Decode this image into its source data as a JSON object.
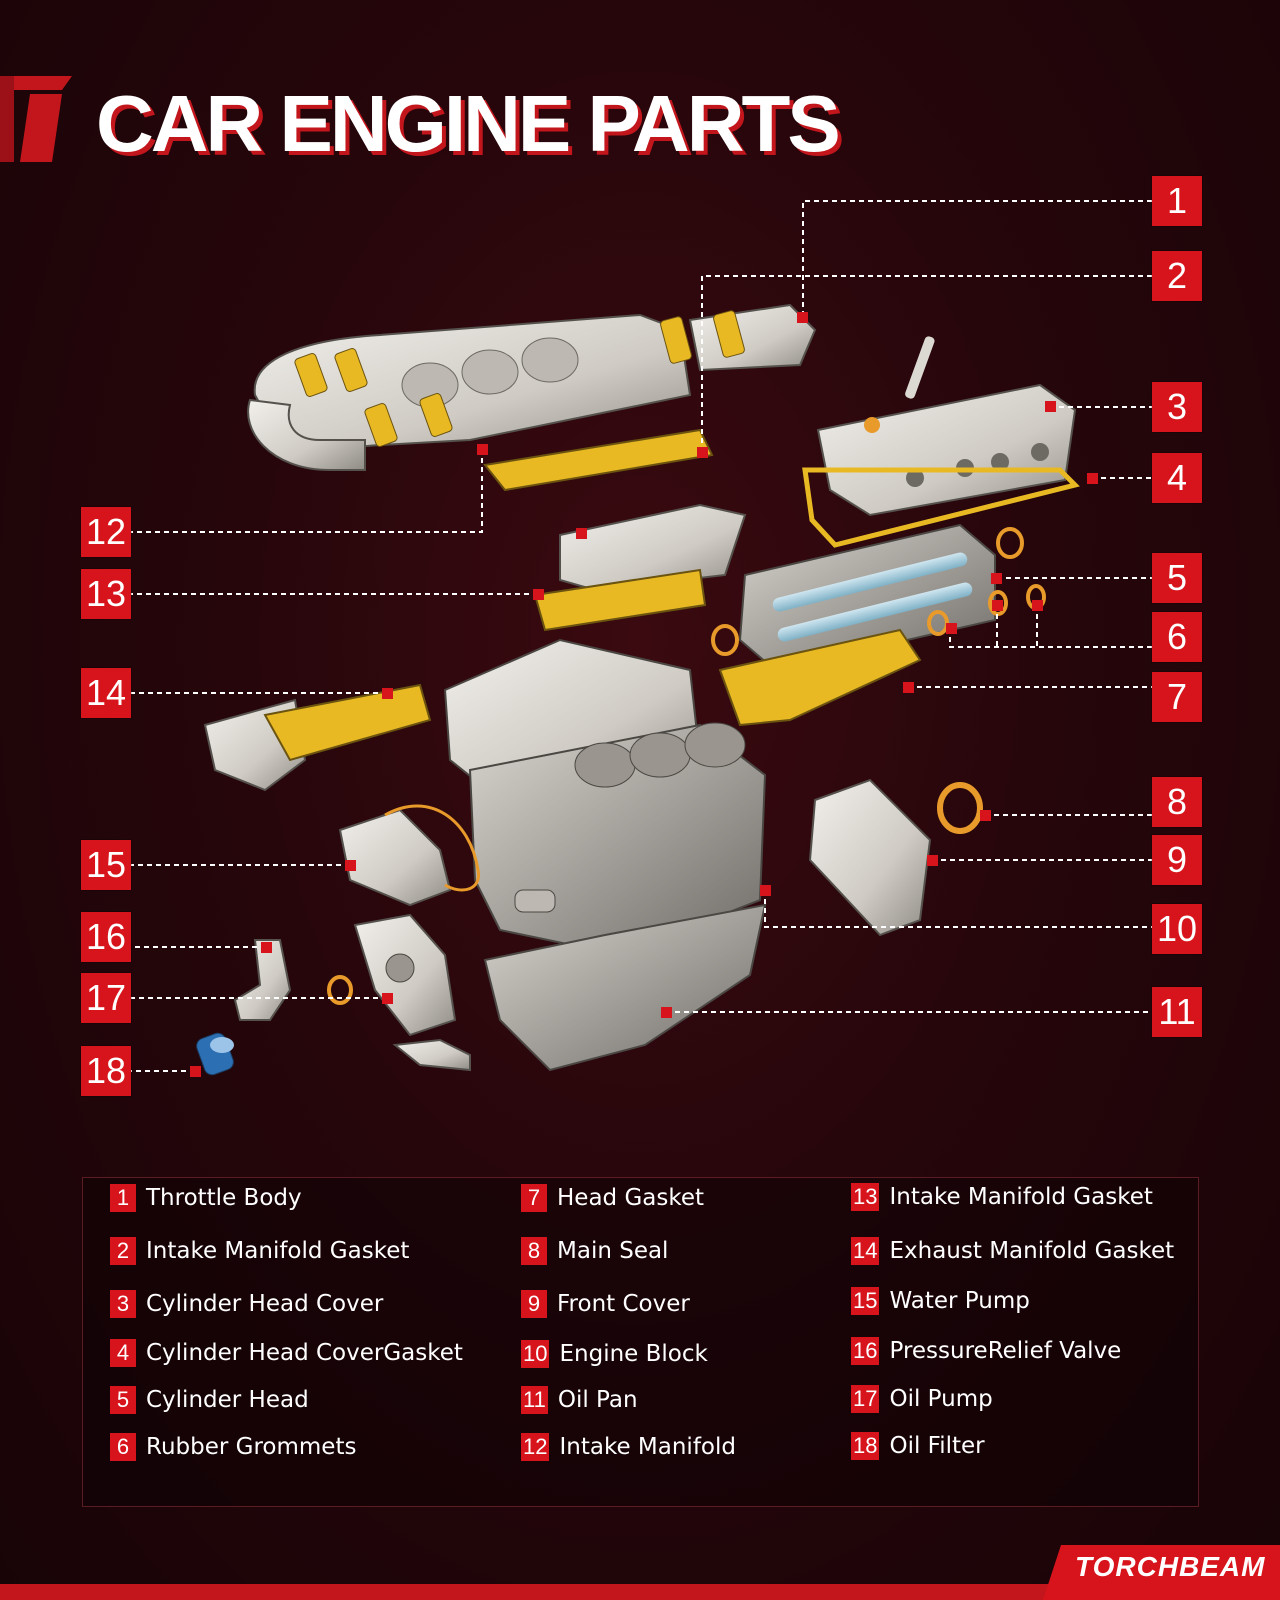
{
  "header": {
    "title": "CAR ENGINE PARTS"
  },
  "callouts": [
    "1",
    "2",
    "3",
    "4",
    "5",
    "6",
    "7",
    "8",
    "9",
    "10",
    "11",
    "12",
    "13",
    "14",
    "15",
    "16",
    "17",
    "18"
  ],
  "legend": [
    {
      "num": "1",
      "label": "Throttle Body"
    },
    {
      "num": "2",
      "label": "Intake Manifold Gasket"
    },
    {
      "num": "3",
      "label": "Cylinder Head Cover"
    },
    {
      "num": "4",
      "label": "Cylinder Head CoverGasket"
    },
    {
      "num": "5",
      "label": "Cylinder Head"
    },
    {
      "num": "6",
      "label": "Rubber Grommets"
    },
    {
      "num": "7",
      "label": "Head Gasket"
    },
    {
      "num": "8",
      "label": "Main Seal"
    },
    {
      "num": "9",
      "label": "Front Cover"
    },
    {
      "num": "10",
      "label": "Engine Block"
    },
    {
      "num": "11",
      "label": "Oil Pan"
    },
    {
      "num": "12",
      "label": "Intake Manifold"
    },
    {
      "num": "13",
      "label": "Intake Manifold Gasket"
    },
    {
      "num": "14",
      "label": "Exhaust Manifold Gasket"
    },
    {
      "num": "15",
      "label": "Water Pump"
    },
    {
      "num": "16",
      "label": "PressureRelief Valve"
    },
    {
      "num": "17",
      "label": "Oil Pump"
    },
    {
      "num": "18",
      "label": "Oil Filter"
    }
  ],
  "footer": {
    "brand": "TORCHBEAM"
  },
  "colors": {
    "accent": "#d7141b",
    "background": "#26060b",
    "gasket": "#e8b923",
    "metal": "#d9d6d0"
  }
}
